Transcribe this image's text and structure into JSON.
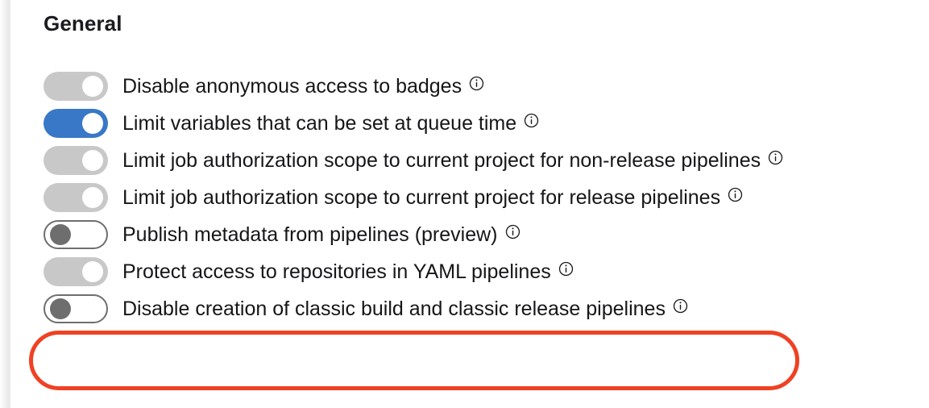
{
  "section": {
    "title": "General"
  },
  "colors": {
    "toggle_on": "#3878c7",
    "toggle_grey_track": "#c8c8c8",
    "toggle_off_knob": "#6e6e6e",
    "annotation_red": "#ef4123",
    "label_text": "#16161a",
    "title_text": "#1b1b1f"
  },
  "settings": [
    {
      "label": "Disable anonymous access to badges",
      "state": "grey-on",
      "info_icon": "info-circle-icon",
      "highlighted": false
    },
    {
      "label": "Limit variables that can be set at queue time",
      "state": "on",
      "info_icon": "info-circle-icon",
      "highlighted": false
    },
    {
      "label": "Limit job authorization scope to current project for non-release pipelines",
      "state": "grey-on",
      "info_icon": "info-circle-icon",
      "highlighted": false
    },
    {
      "label": "Limit job authorization scope to current project for release pipelines",
      "state": "grey-on",
      "info_icon": "info-circle-icon",
      "highlighted": false
    },
    {
      "label": "Publish metadata from pipelines (preview)",
      "state": "off",
      "info_icon": "info-circle-icon",
      "highlighted": false
    },
    {
      "label": "Protect access to repositories in YAML pipelines",
      "state": "grey-on",
      "info_icon": "info-circle-icon",
      "highlighted": false
    },
    {
      "label": "Disable creation of classic build and classic release pipelines",
      "state": "off",
      "info_icon": "info-circle-icon",
      "highlighted": true
    }
  ],
  "annotation": {
    "shape": "rounded-rectangle-highlight",
    "target_label": "Disable creation of classic build and classic release pipelines"
  }
}
